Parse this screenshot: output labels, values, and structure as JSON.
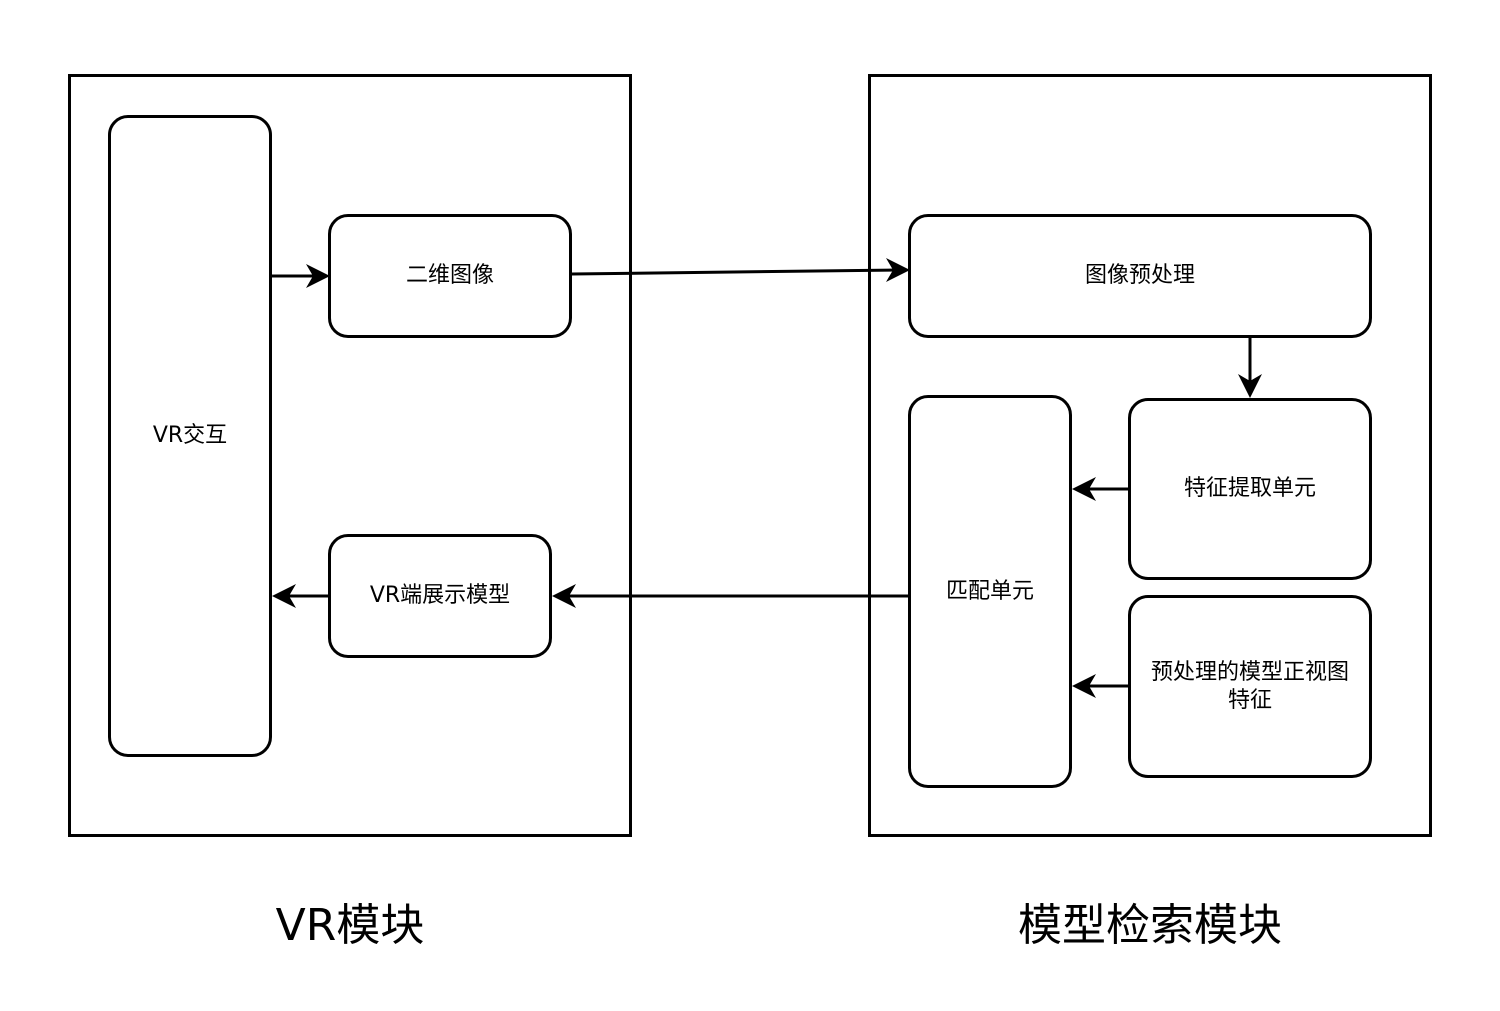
{
  "vr_module": {
    "caption": "VR模块",
    "nodes": {
      "vr_interaction": "VR交互",
      "image_2d": "二维图像",
      "vr_display_model": "VR端展示模型"
    }
  },
  "retrieval_module": {
    "caption": "模型检索模块",
    "nodes": {
      "image_preprocessing": "图像预处理",
      "feature_extraction_unit": "特征提取单元",
      "matching_unit": "匹配单元",
      "preprocessed_front_view_features_line1": "预处理的模型正视图",
      "preprocessed_front_view_features_line2": "特征"
    }
  },
  "colors": {
    "stroke": "#000000",
    "fill": "#ffffff"
  }
}
